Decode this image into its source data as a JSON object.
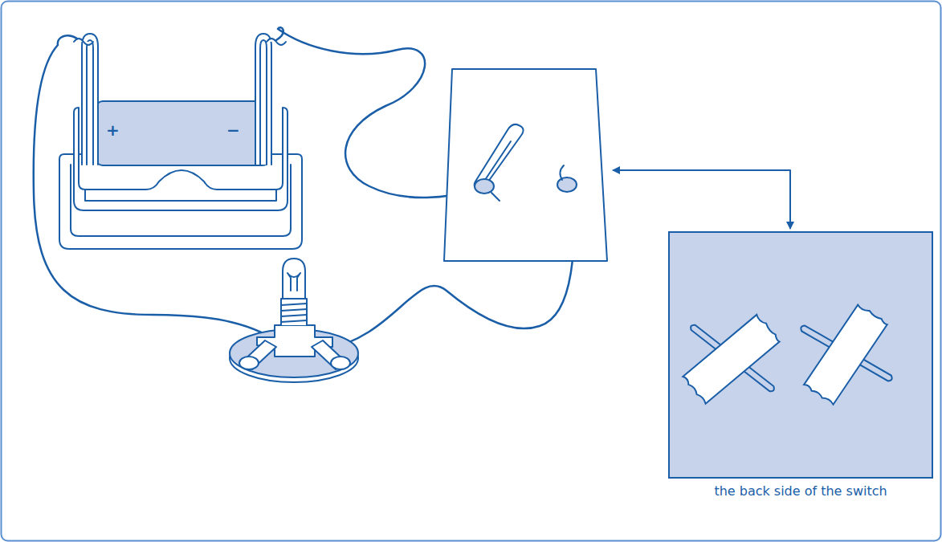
{
  "diagram": {
    "nodes": [
      {
        "text": [
          "+",
          "−"
        ]
      },
      {
        "text": [
          "the back side of the switch"
        ]
      }
    ]
  }
}
